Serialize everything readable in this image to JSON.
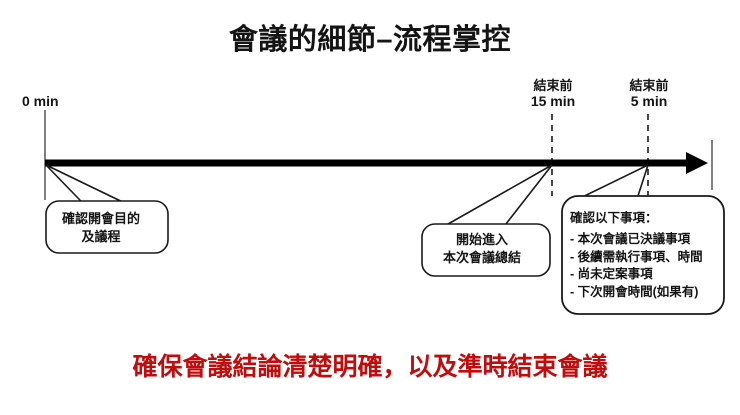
{
  "slide": {
    "title": "會議的細節–流程掌控",
    "background_color": "#ffffff",
    "accent_color": "#bf0d0d",
    "line_color": "#000000"
  },
  "timeline": {
    "ticks": [
      {
        "id": "start",
        "label_cn": "",
        "label_en": "0 min"
      },
      {
        "id": "before-15",
        "label_cn": "結束前",
        "label_en": "15 min"
      },
      {
        "id": "before-5",
        "label_cn": "結束前",
        "label_en": "5 min"
      }
    ]
  },
  "callouts": [
    {
      "id": "purpose",
      "lines": [
        "確認開會目的",
        "及議程"
      ]
    },
    {
      "id": "summary-start",
      "lines": [
        "開始進入",
        "本次會議總結"
      ]
    },
    {
      "id": "confirm-items",
      "heading": "確認以下事項：",
      "bullets": [
        "- 本次會議已決議事項",
        "- 後續需執行事項、時間",
        "- 尚未定案事項",
        "- 下次開會時間(如果有)"
      ]
    }
  ],
  "footer": {
    "statement": "確保會議結論清楚明確，以及準時結束會議"
  }
}
